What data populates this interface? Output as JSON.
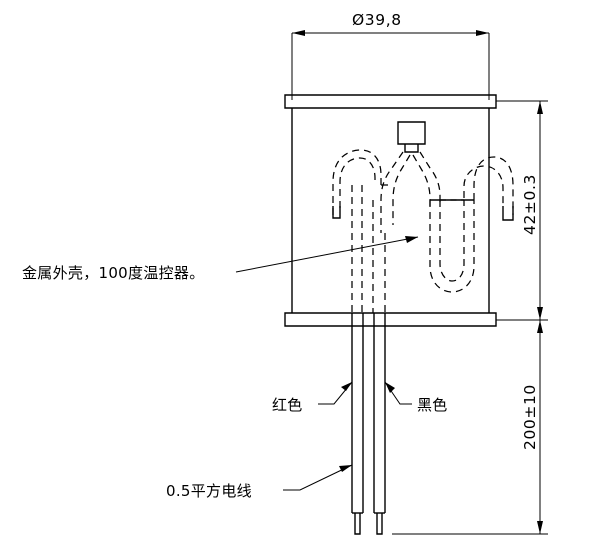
{
  "drawing": {
    "title": "Heating element assembly drawing",
    "dimensions": {
      "diameter": "Ø39,8",
      "body_height": "42±0.3",
      "wire_length": "200±10"
    },
    "annotations": {
      "housing": "金属外壳，100度温控器。",
      "red_wire": "红色",
      "black_wire": "黑色",
      "cable_spec": "0.5平方电线"
    },
    "colors": {
      "line": "#000000",
      "background": "#ffffff"
    }
  }
}
